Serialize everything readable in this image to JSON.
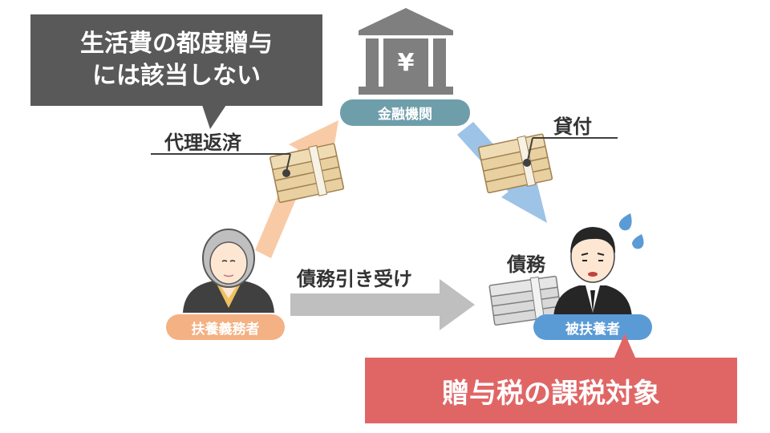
{
  "callout": {
    "line1": "生活費の都度贈与",
    "line2": "には該当しない"
  },
  "bank": {
    "symbol": "¥",
    "label": "金融機関"
  },
  "labels": {
    "repayment": "代理返済",
    "loan": "貸付",
    "debt": "債務",
    "assumption": "債務引き受け"
  },
  "people": {
    "supporter": "扶養義務者",
    "dependent": "被扶養者"
  },
  "result": "贈与税の課税対象",
  "colors": {
    "callout": "#595959",
    "bank_pill": "#6f9eab",
    "supporter_pill": "#f4b183",
    "dependent_pill": "#5b9bd5",
    "result": "#e06666",
    "arrow_orange": "#f8cba6",
    "arrow_blue": "#9dc3e6",
    "arrow_gray": "#bfbfbf",
    "money": "#e8d0a0"
  }
}
